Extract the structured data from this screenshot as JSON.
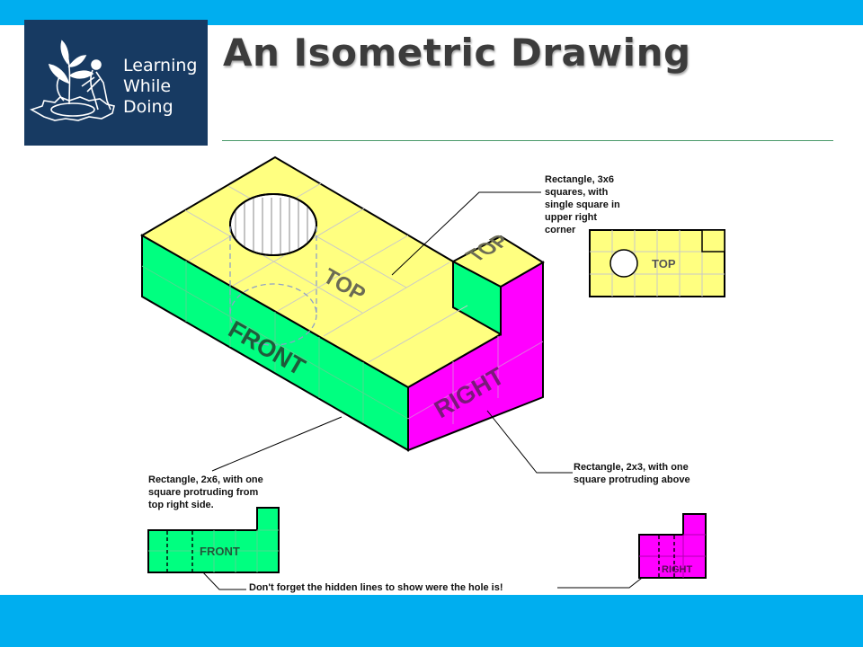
{
  "colors": {
    "band": "#00aeef",
    "logo_bg": "#173a62",
    "top_face": "#ffff80",
    "front_face": "#00ff80",
    "right_face": "#ff00ff"
  },
  "logo": {
    "line1": "Learning",
    "line2": "While",
    "line3": "Doing",
    "icon": "plant-gear-worker-icon"
  },
  "title": "An Isometric Drawing",
  "isometric": {
    "top_label": "TOP",
    "tab_top_label": "TOP",
    "front_label": "FRONT",
    "right_label": "RIGHT"
  },
  "views": {
    "top_view_label": "TOP",
    "front_view_label": "FRONT",
    "right_view_label": "RIGHT"
  },
  "notes": {
    "top": [
      "Rectangle, 3x6",
      "squares, with",
      "single square in",
      "upper right",
      "corner"
    ],
    "front": [
      "Rectangle, 2x6, with one",
      "square protruding from",
      "top right side."
    ],
    "right": [
      "Rectangle, 2x3, with one",
      "square protruding above"
    ],
    "hidden": "Don't forget the hidden lines to show were the hole is!"
  }
}
